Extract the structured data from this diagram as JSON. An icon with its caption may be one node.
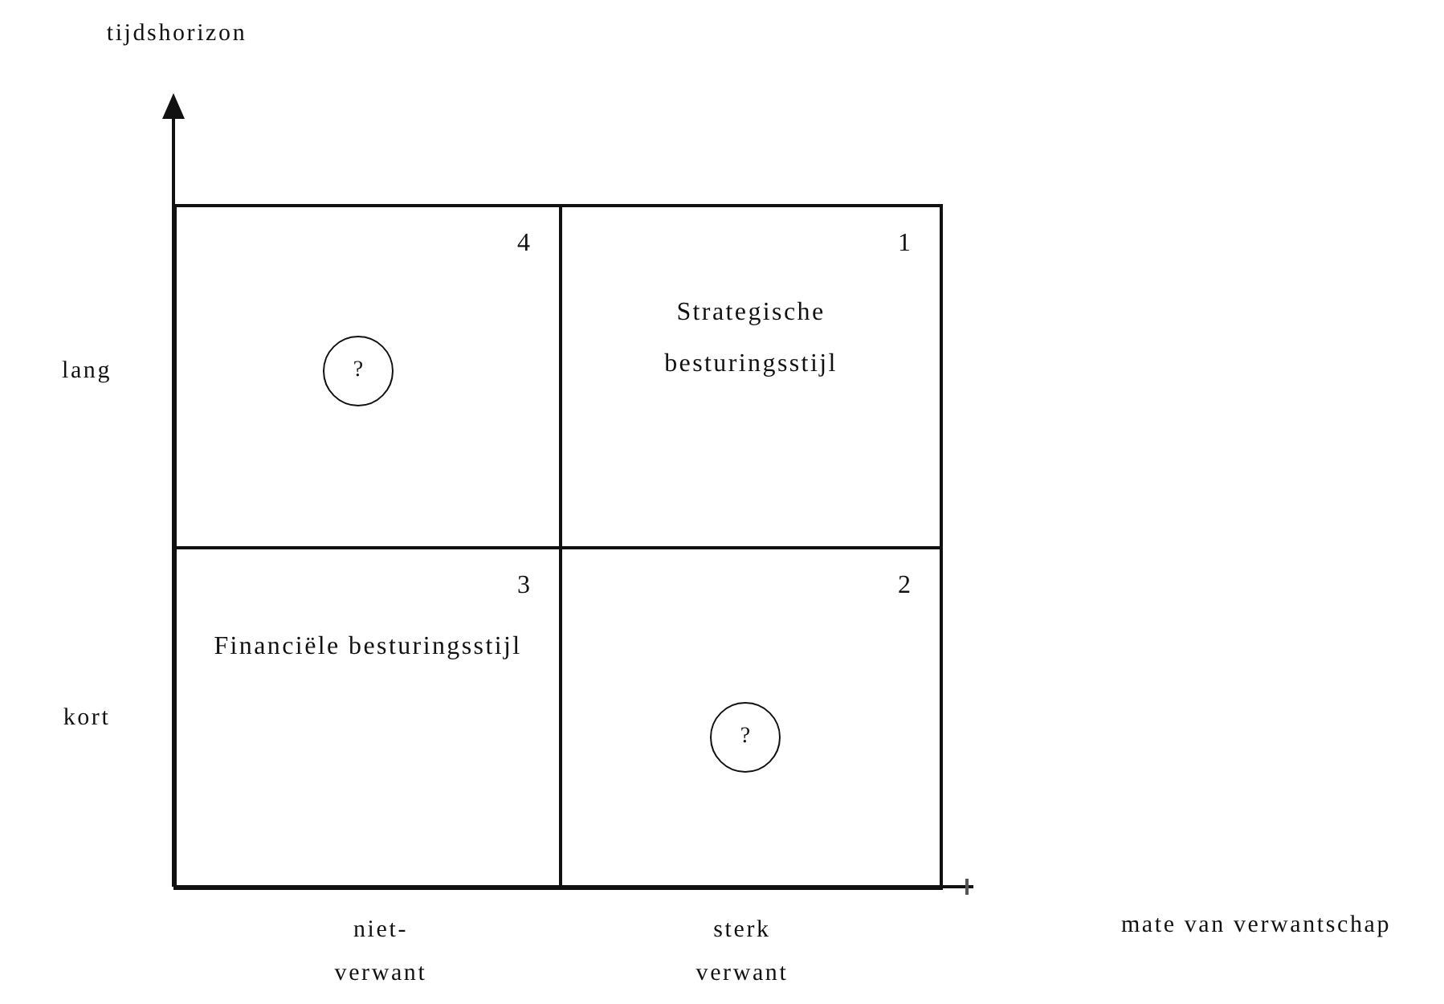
{
  "diagram": {
    "nodes": [
      {
        "text": [
          "4"
        ]
      },
      {
        "text": [
          "?"
        ],
        "in": 0
      },
      {
        "text": [
          "1",
          "Strategische besturingsstijl"
        ]
      },
      {
        "text": [
          "3",
          "Financiële besturingsstijl"
        ]
      },
      {
        "text": [
          "2"
        ]
      },
      {
        "text": [
          "?"
        ],
        "in": 4
      }
    ],
    "labels": [
      "tijdshorizon",
      "lang",
      "kort",
      "mate van verwantschap",
      "niet- verwant",
      "sterk verwant"
    ]
  }
}
